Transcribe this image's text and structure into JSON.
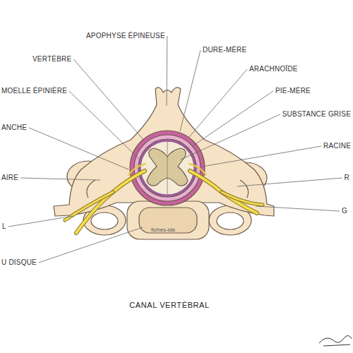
{
  "diagram": {
    "title": "CANAL VERTÉBRAL",
    "labels": [
      "APOPHYSE ÉPINEUSE",
      "VERTÈBRE",
      "DURE-MÈRE",
      "ARACHNOÏDE",
      "MOELLE ÉPINIÈRE",
      "PIE-MÈRE",
      "SUBSTANCE GRISE",
      "ANCHE",
      "RACINE",
      "AIRE",
      "R",
      "G",
      "L",
      "U DISQUE",
      "fiches-ide"
    ]
  }
}
